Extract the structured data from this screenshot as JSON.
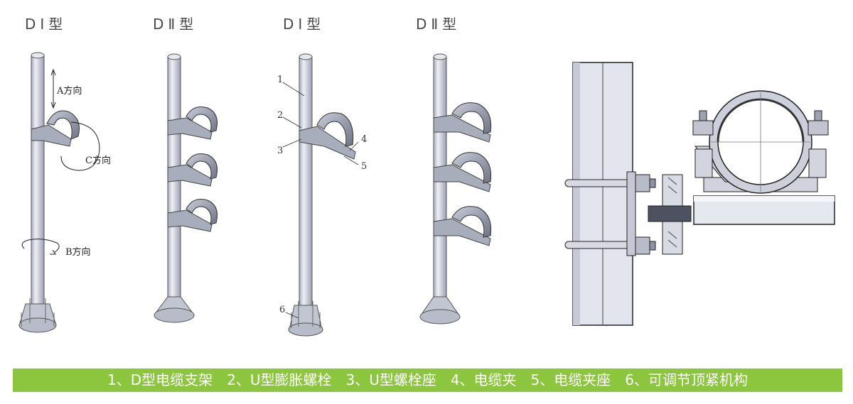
{
  "type_labels": [
    "DⅠ型",
    "DⅡ型",
    "DⅠ型",
    "DⅡ型"
  ],
  "direction_labels": {
    "a": "A方向",
    "b": "B方向",
    "c": "C方向"
  },
  "callouts": [
    "1",
    "2",
    "3",
    "4",
    "5",
    "6"
  ],
  "legend": "1、D型电缆支架　2、U型膨胀螺栓　3、U型螺栓座　4、电缆夹　5、电缆夹座　6、可调节顶紧机构",
  "colors": {
    "legend_bg": "#8cc63f",
    "legend_text": "#ffffff",
    "pole_fill": "#d8dbe6",
    "outline": "#333333"
  }
}
